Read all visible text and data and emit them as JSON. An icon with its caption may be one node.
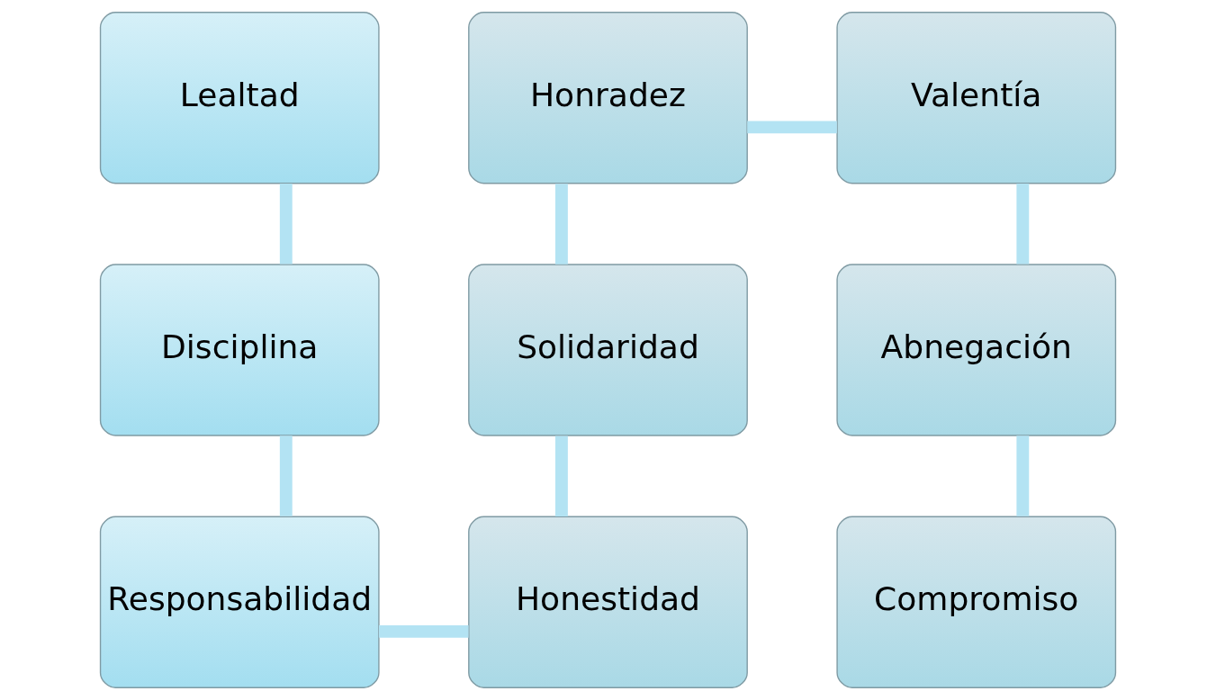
{
  "diagram": {
    "nodes": [
      {
        "text": [
          "Lealtad"
        ]
      },
      {
        "text": [
          "Disciplina"
        ]
      },
      {
        "text": [
          "Responsabilidad"
        ]
      },
      {
        "text": [
          "Honestidad"
        ]
      },
      {
        "text": [
          "Solidaridad"
        ]
      },
      {
        "text": [
          "Honradez"
        ]
      },
      {
        "text": [
          "Valentía"
        ]
      },
      {
        "text": [
          "Abnegación"
        ]
      },
      {
        "text": [
          "Compromiso"
        ]
      }
    ],
    "edges": [
      {
        "from": 0,
        "to": 1,
        "arrow": "none"
      },
      {
        "from": 1,
        "to": 2,
        "arrow": "none"
      },
      {
        "from": 2,
        "to": 3,
        "arrow": "none"
      },
      {
        "from": 3,
        "to": 4,
        "arrow": "none"
      },
      {
        "from": 4,
        "to": 5,
        "arrow": "none"
      },
      {
        "from": 5,
        "to": 6,
        "arrow": "none"
      },
      {
        "from": 6,
        "to": 7,
        "arrow": "none"
      },
      {
        "from": 7,
        "to": 8,
        "arrow": "none"
      }
    ]
  }
}
